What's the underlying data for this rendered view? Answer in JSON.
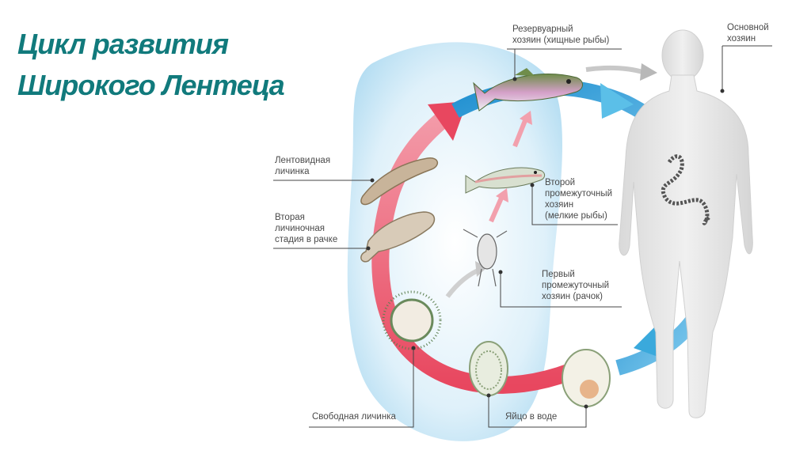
{
  "title": {
    "line1": "Цикл развития",
    "line2": "Широкого Лентеца"
  },
  "labels": {
    "reservoir_host": [
      "Резервуарный",
      "хозяин (хищные рыбы)"
    ],
    "definitive_host": [
      "Основной",
      "хозяин"
    ],
    "ribbon_larva": [
      "Лентовидная",
      "личинка"
    ],
    "second_larval_stage": [
      "Вторая",
      "личиночная",
      "стадия в рачке"
    ],
    "second_intermediate_host": [
      "Второй",
      "промежуточный",
      "хозяин",
      "(мелкие рыбы)"
    ],
    "first_intermediate_host": [
      "Первый",
      "промежуточный",
      "хозяин (рачок)"
    ],
    "free_larva": "Свободная личинка",
    "egg_in_water": "Яйцо в воде"
  },
  "colors": {
    "title": "#117a7c",
    "red_arrow": "#e8475f",
    "blue_arrow": "#3aa9dc",
    "blob": "#cfe9f7",
    "human": "#e6e6e6"
  }
}
